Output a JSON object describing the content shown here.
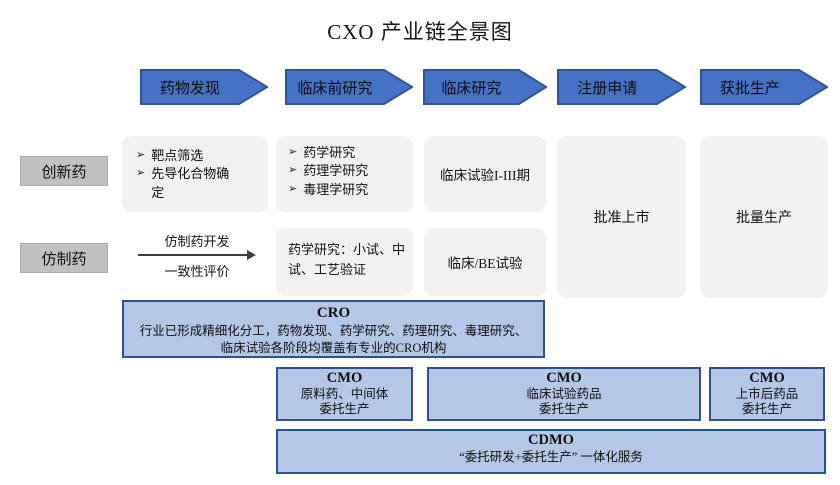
{
  "title": "CXO 产业链全景图",
  "ui": {
    "bullet": "➢"
  },
  "stages": [
    {
      "label": "药物发现"
    },
    {
      "label": "临床前研究"
    },
    {
      "label": "临床研究"
    },
    {
      "label": "注册申请"
    },
    {
      "label": "获批生产"
    }
  ],
  "row_labels": {
    "innovative": "创新药",
    "generic": "仿制药"
  },
  "innovative_row": {
    "discovery_items": [
      "靶点筛选",
      "先导化合物确定"
    ],
    "preclinical_items": [
      "药学研究",
      "药理学研究",
      "毒理学研究"
    ],
    "clinical_trial": "临床试验I-III期",
    "approval": "批准上市",
    "production": "批量生产"
  },
  "generic_row": {
    "arrow_top": "仿制药开发",
    "arrow_bottom": "一致性评价",
    "pharmaceutical_research": "药学研究：小试、中试、工艺验证",
    "clinical_be": "临床/BE试验"
  },
  "cro": {
    "title": "CRO",
    "desc": "行业已形成精细化分工，药物发现、药学研究、药理研究、毒理研究、临床试验各阶段均覆盖有专业的CRO机构"
  },
  "cmo": [
    {
      "title": "CMO",
      "line1": "原料药、中间体",
      "line2": "委托生产"
    },
    {
      "title": "CMO",
      "line1": "临床试验药品",
      "line2": "委托生产"
    },
    {
      "title": "CMO",
      "line1": "上市后药品",
      "line2": "委托生产"
    }
  ],
  "cdmo": {
    "title": "CDMO",
    "desc": "“委托研发+委托生产” 一体化服务"
  },
  "colors": {
    "arrow_fill": "#4472C4",
    "arrow_border": "#2F5597",
    "bar_fill": "#B4C7E7",
    "bar_border": "#2F528F",
    "label_fill": "#C1C1C1",
    "soft_box_fill": "#F1F1F1"
  }
}
